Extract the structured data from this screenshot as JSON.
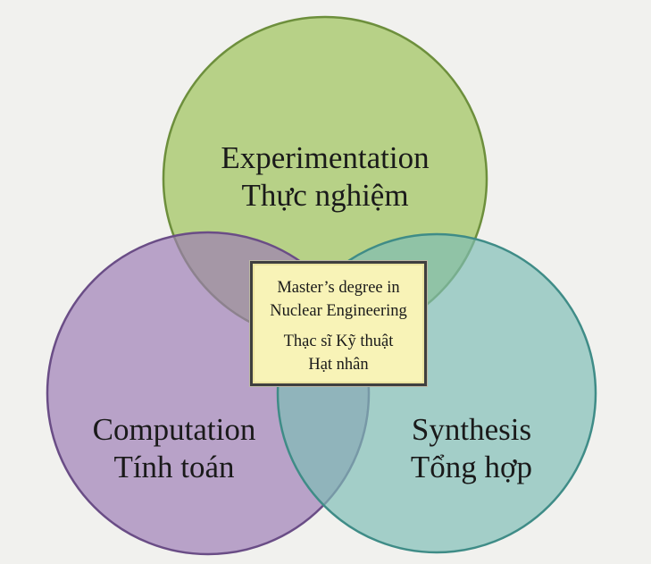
{
  "diagram": {
    "type": "venn-3",
    "colors": {
      "background": "#f1f1ee",
      "experimentation": "#a6c86a",
      "computation": "#9c7cb6",
      "synthesis": "#7dbdb6",
      "center_box_fill": "#f8f3b7",
      "center_box_border": "#3f3f3f"
    },
    "sets": {
      "experimentation": {
        "line1": "Experimentation",
        "line2": "Thực nghiệm"
      },
      "computation": {
        "line1": "Computation",
        "line2": "Tính toán"
      },
      "synthesis": {
        "line1": "Synthesis",
        "line2": "Tổng hợp"
      }
    },
    "center": {
      "line1": "Master’s degree in",
      "line2": "Nuclear Engineering",
      "line3": "Thạc sĩ Kỹ thuật",
      "line4": "Hạt nhân"
    }
  }
}
